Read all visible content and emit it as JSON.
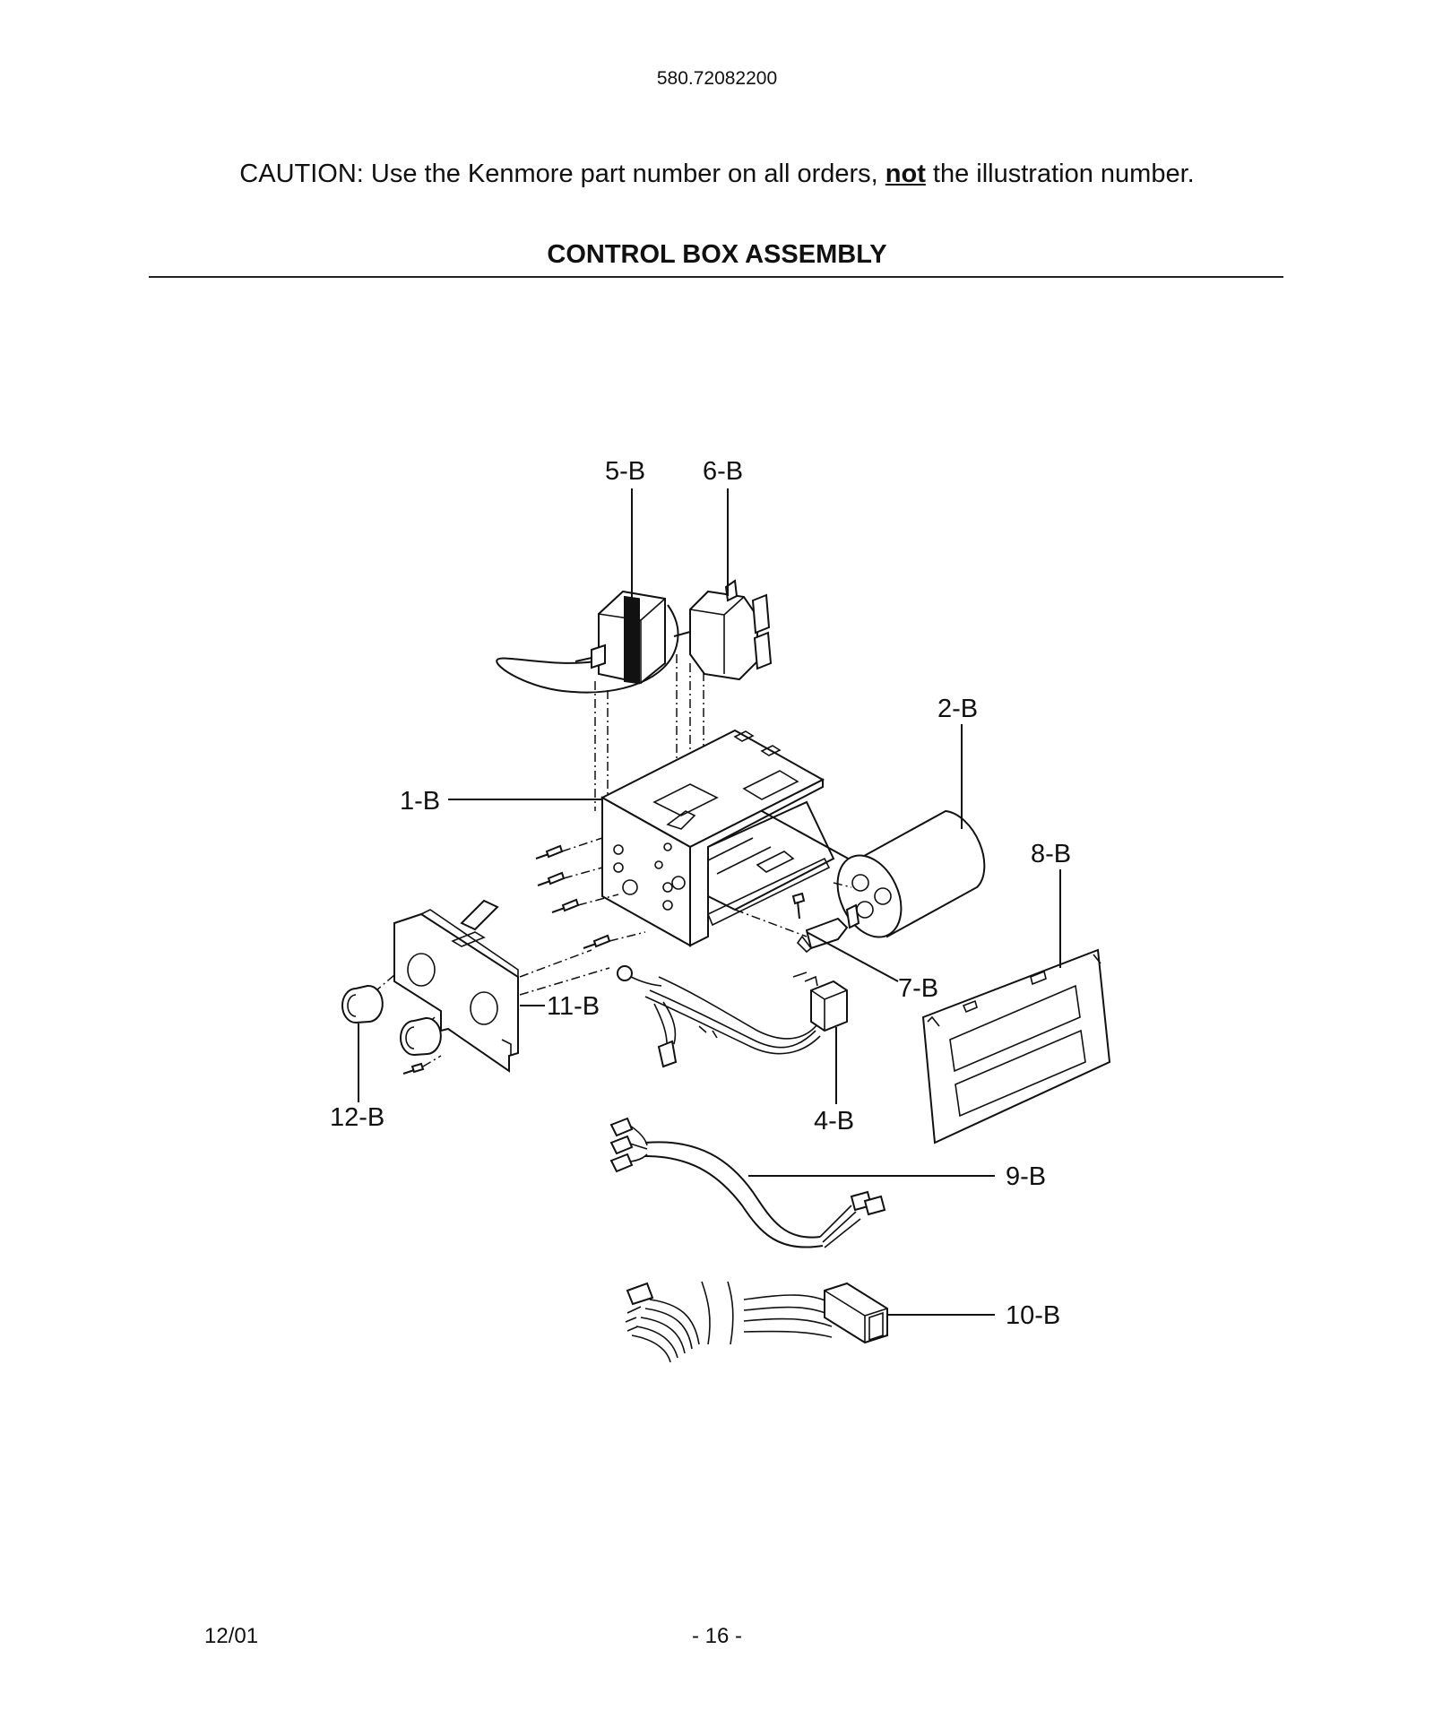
{
  "header": {
    "model_number": "580.72082200",
    "caution_prefix": "CAUTION: Use the Kenmore part number on all orders, ",
    "caution_emphasis": "not",
    "caution_suffix": " the illustration number.",
    "section_title": "CONTROL BOX ASSEMBLY"
  },
  "callouts": {
    "c1": "1-B",
    "c2": "2-B",
    "c4": "4-B",
    "c5": "5-B",
    "c6": "6-B",
    "c7": "7-B",
    "c8": "8-B",
    "c9": "9-B",
    "c10": "10-B",
    "c11": "11-B",
    "c12": "12-B"
  },
  "footer": {
    "date": "12/01",
    "page": "- 16 -"
  }
}
